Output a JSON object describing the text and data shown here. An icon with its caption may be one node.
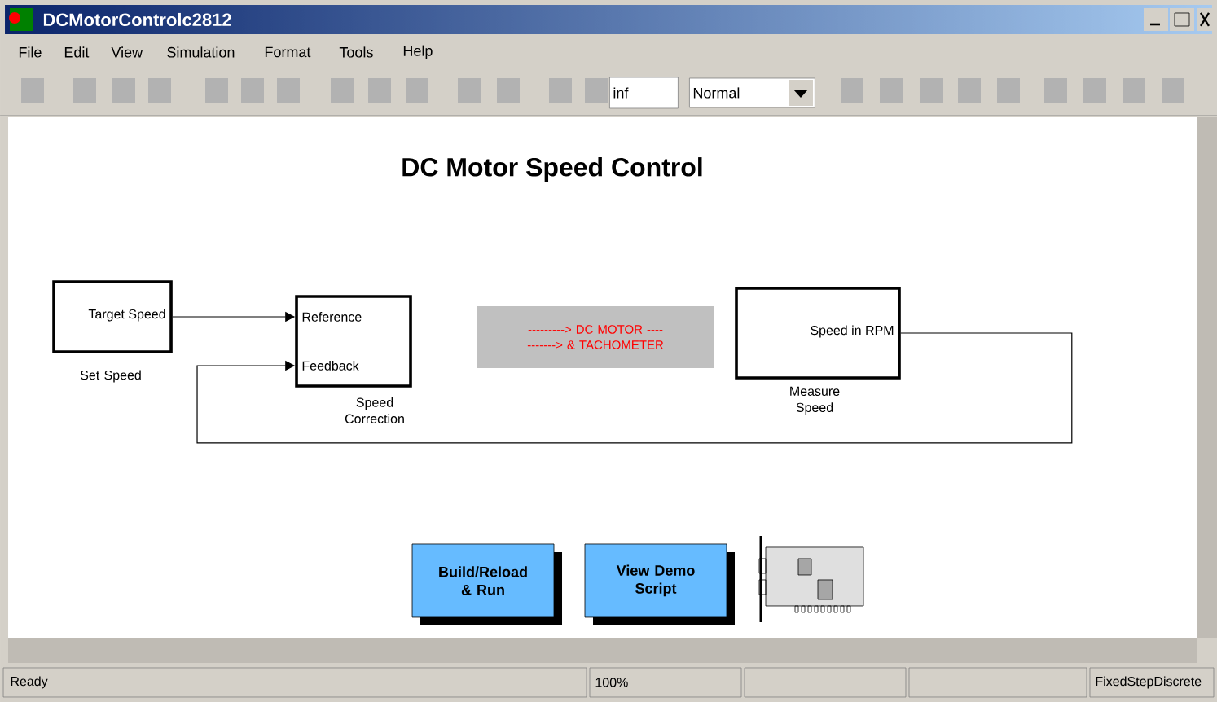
{
  "diagram": {
    "title": "DC Motor Speed Control",
    "nodes": [
      {
        "text": [
          "Target Speed"
        ],
        "beside": [
          "Set Speed"
        ]
      },
      {
        "text": [
          "Reference",
          "Feedback"
        ],
        "beside": [
          "Speed Correction"
        ]
      },
      {
        "text": [
          "---------> DC MOTOR -----------> & TACHOMETER"
        ]
      },
      {
        "text": [
          "Speed in RPM"
        ],
        "beside": [
          "Measure Speed"
        ]
      },
      {
        "text": [
          "Build/Reload & Run"
        ]
      },
      {
        "text": [
          "View Demo Script"
        ]
      },
      {
        "text": [],
        "shape": "picture"
      }
    ],
    "edges": [
      {
        "from": 0,
        "to": 1,
        "arrow": "to"
      },
      {
        "from": 3,
        "to": 1,
        "arrow": "to"
      }
    ],
    "labels": [
      "DCMotorControlc2812",
      "File",
      "Edit",
      "View",
      "Simulation",
      "Format",
      "Tools",
      "Help",
      "inf",
      "Normal",
      "Ready",
      "100%",
      "FixedStepDiscrete"
    ]
  }
}
